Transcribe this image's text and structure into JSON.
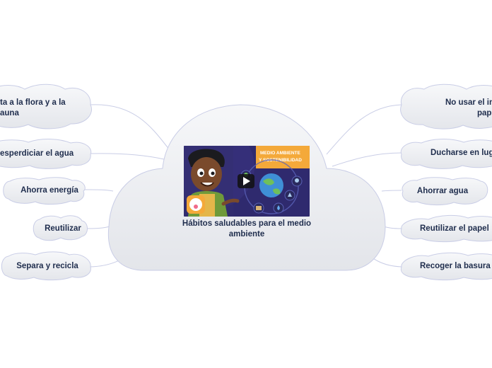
{
  "center": {
    "title": "Hábitos saludables para el medio ambiente",
    "thumbnail_banner_line1": "MEDIO AMBIENTE",
    "thumbnail_banner_line2": "Y SOSTENIBILIDAD"
  },
  "left_nodes": [
    {
      "line1": "ta a la flora y a la",
      "line2": "auna"
    },
    {
      "line1": "esperdiciar el agua",
      "line2": ""
    },
    {
      "line1": "Ahorra energía",
      "line2": ""
    },
    {
      "line1": "Reutilizar",
      "line2": ""
    },
    {
      "line1": "Separa y recicla",
      "line2": ""
    }
  ],
  "right_nodes": [
    {
      "line1": "No usar el in",
      "line2": "pap"
    },
    {
      "line1": "Ducharse en lug",
      "line2": ""
    },
    {
      "line1": "Ahorrar agua",
      "line2": ""
    },
    {
      "line1": "Reutilizar el papel",
      "line2": ""
    },
    {
      "line1": "Recoger la basura",
      "line2": ""
    }
  ],
  "colors": {
    "cloud_fill": "#eceef1",
    "cloud_stroke": "#c9cde6",
    "connector": "#c9cde6",
    "text": "#1f2d4d",
    "banner": "#f4a93a",
    "video_bg": "#2f2a6e"
  },
  "icons": [
    "play-icon",
    "globe-icon",
    "recycle-icon",
    "water-drop-icon",
    "lightbulb-icon"
  ]
}
